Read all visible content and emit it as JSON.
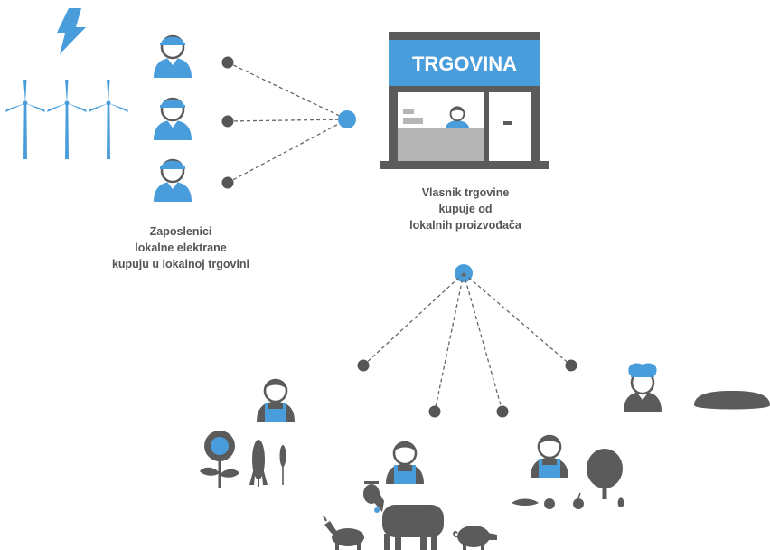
{
  "store": {
    "sign": "TRGOVINA"
  },
  "captions": {
    "workers": [
      "Zaposlenici",
      "lokalne elektrane",
      "kupuju u lokalnoj trgovini"
    ],
    "owner": [
      "Vlasnik trgovine",
      "kupuje od",
      "lokalnih proizvođača"
    ]
  },
  "colors": {
    "accent": "#4a9ddb",
    "dark": "#5b5b5b",
    "light_gray": "#b5b5b5",
    "line": "#666666"
  },
  "icons": {
    "energy": [
      "lightning-icon",
      "wind-turbine-icon"
    ],
    "people": [
      "worker-icon",
      "shopkeeper-icon",
      "farmer-icon",
      "baker-icon"
    ],
    "produce": [
      "sunflower-icon",
      "corn-icon",
      "wheat-icon",
      "tree-icon",
      "vegetables-icon",
      "bread-icon"
    ],
    "animals": [
      "goat-icon",
      "cow-icon",
      "pig-icon"
    ]
  }
}
